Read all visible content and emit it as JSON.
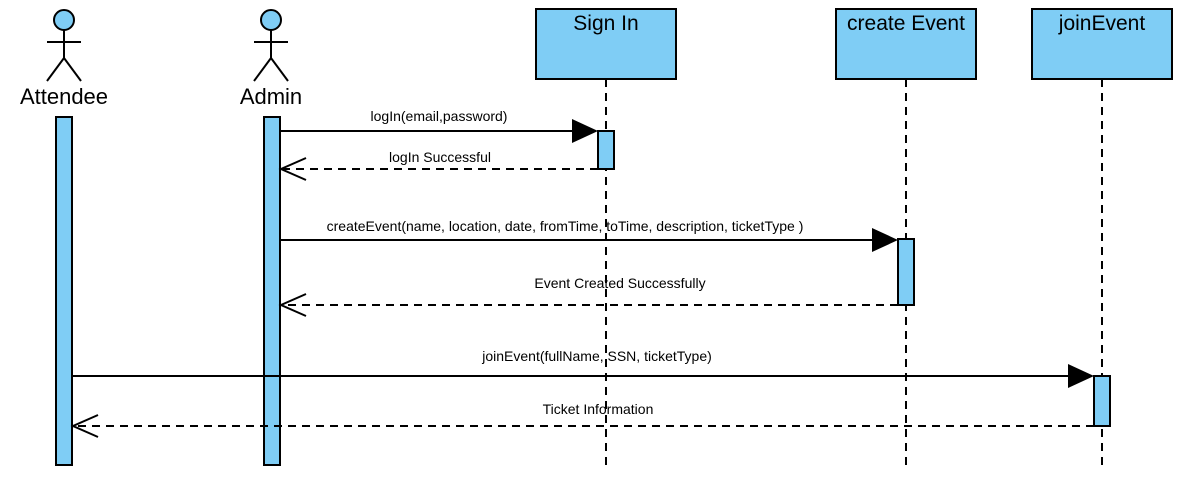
{
  "colors": {
    "fill": "#7fcdf5",
    "stroke": "#000000",
    "background": "#ffffff"
  },
  "actors": [
    {
      "id": "attendee",
      "label": "Attendee"
    },
    {
      "id": "admin",
      "label": "Admin"
    }
  ],
  "objects": [
    {
      "id": "signin",
      "label": "Sign In"
    },
    {
      "id": "createevent",
      "label": "create Event"
    },
    {
      "id": "joinevent",
      "label": "joinEvent"
    }
  ],
  "messages": [
    {
      "id": "login",
      "label": "logIn(email,password)",
      "from": "admin",
      "to": "signin",
      "kind": "call"
    },
    {
      "id": "login-success",
      "label": "logIn Successful",
      "from": "signin",
      "to": "admin",
      "kind": "return"
    },
    {
      "id": "create-event",
      "label": "createEvent(name, location, date, fromTime, toTime, description, ticketType )",
      "from": "admin",
      "to": "createevent",
      "kind": "call"
    },
    {
      "id": "event-created",
      "label": "Event Created Successfully",
      "from": "createevent",
      "to": "admin",
      "kind": "return"
    },
    {
      "id": "join-event",
      "label": "joinEvent(fullName, SSN, ticketType)",
      "from": "attendee",
      "to": "joinevent",
      "kind": "call"
    },
    {
      "id": "ticket-info",
      "label": "Ticket Information",
      "from": "joinevent",
      "to": "attendee",
      "kind": "return"
    }
  ]
}
